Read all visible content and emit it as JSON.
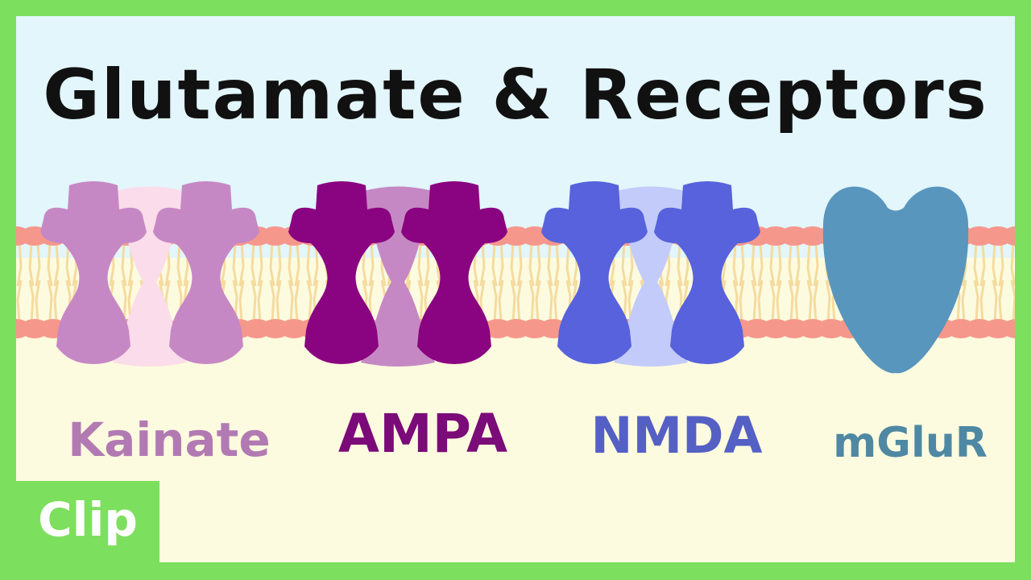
{
  "title": "Glutamate & Receptors",
  "receptors": [
    {
      "name": "Kainate",
      "label_color": "#b27ab2",
      "outer_color": "#c688c4",
      "inner_color": "#fbdcea"
    },
    {
      "name": "AMPA",
      "label_color": "#7b0b78",
      "outer_color": "#8a0380",
      "inner_color": "#c688c4"
    },
    {
      "name": "NMDA",
      "label_color": "#5460c4",
      "outer_color": "#5762dc",
      "inner_color": "#c3cbfa"
    },
    {
      "name": "mGluR",
      "label_color": "#4f88a3",
      "outer_color": "#5896be",
      "inner_color": ""
    }
  ],
  "badge": {
    "text": "Clip"
  },
  "colors": {
    "border": "#7ddf5e",
    "sky": "#e2f6fb",
    "ground": "#fdfbdf",
    "lipid_head": "#f6978c",
    "lipid_tail": "#f4dba0"
  }
}
